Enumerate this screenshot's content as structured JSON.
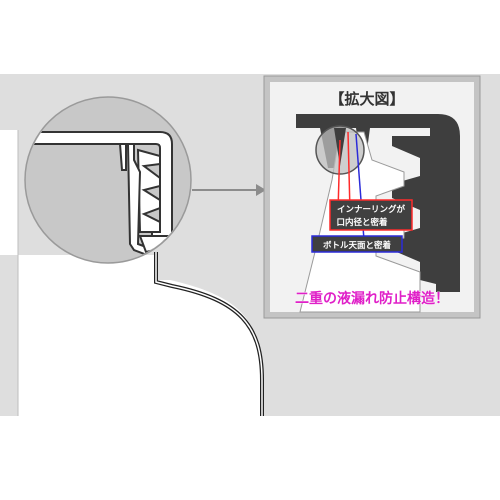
{
  "zoom_panel": {
    "title": "【拡大図】",
    "label_inner_ring_line1": "インナーリングが",
    "label_inner_ring_line2": "口内径と密着",
    "label_bottle_top": "ボトル天面と密着",
    "caption": "二重の液漏れ防止構造！"
  },
  "colors": {
    "background_band": "#dedede",
    "cap_dark": "#3e3e3e",
    "panel_bg": "#ffffff",
    "label_dark": "#404040",
    "red_accent": "#ff2b2b",
    "blue_accent": "#2b2bd9",
    "caption_magenta": "#e020c8"
  }
}
